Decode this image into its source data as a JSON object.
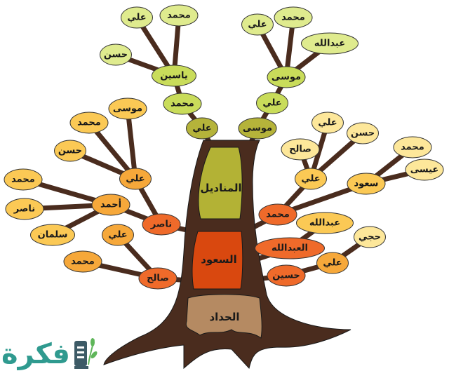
{
  "colors": {
    "trunk": "#4a2c1e",
    "root_box": "#b58a62",
    "middle_box": "#d9480f",
    "top_box": "#b3b235",
    "level_olive": "#b5b33a",
    "level_green": "#c9dc5a",
    "level_lightgreen": "#dfeb8e",
    "level_red": "#ef6a2a",
    "level_orange": "#f6a83a",
    "level_yellow": "#fbc955",
    "level_pale": "#fde79a",
    "logo": "#2f9a8f"
  },
  "trunk_labels": {
    "top": "المناديل",
    "middle": "السعود",
    "root": "الحداد"
  },
  "nodes": [
    {
      "id": "tl1",
      "label": "علي",
      "level": "level_olive"
    },
    {
      "id": "tl2",
      "label": "محمد",
      "level": "level_green"
    },
    {
      "id": "tl3",
      "label": "ياسين",
      "level": "level_green"
    },
    {
      "id": "tl4",
      "label": "علي",
      "level": "level_lightgreen"
    },
    {
      "id": "tl5",
      "label": "محمد",
      "level": "level_lightgreen"
    },
    {
      "id": "tl6",
      "label": "حسن",
      "level": "level_lightgreen"
    },
    {
      "id": "tr1",
      "label": "موسى",
      "level": "level_olive"
    },
    {
      "id": "tr2",
      "label": "علي",
      "level": "level_green"
    },
    {
      "id": "tr3",
      "label": "موسى",
      "level": "level_green"
    },
    {
      "id": "tr4",
      "label": "علي",
      "level": "level_lightgreen"
    },
    {
      "id": "tr5",
      "label": "محمد",
      "level": "level_lightgreen"
    },
    {
      "id": "tr6",
      "label": "عبدالله",
      "level": "level_lightgreen"
    },
    {
      "id": "l1",
      "label": "ناصر",
      "level": "level_red"
    },
    {
      "id": "l2",
      "label": "علي",
      "level": "level_orange"
    },
    {
      "id": "l3",
      "label": "موسى",
      "level": "level_yellow"
    },
    {
      "id": "l4",
      "label": "محمد",
      "level": "level_yellow"
    },
    {
      "id": "l5",
      "label": "حسن",
      "level": "level_yellow"
    },
    {
      "id": "l6",
      "label": "أحمد",
      "level": "level_orange"
    },
    {
      "id": "l7",
      "label": "محمد",
      "level": "level_yellow"
    },
    {
      "id": "l8",
      "label": "ناصر",
      "level": "level_yellow"
    },
    {
      "id": "l9",
      "label": "سلمان",
      "level": "level_yellow"
    },
    {
      "id": "l10",
      "label": "صالح",
      "level": "level_red"
    },
    {
      "id": "l11",
      "label": "علي",
      "level": "level_orange"
    },
    {
      "id": "l12",
      "label": "محمد",
      "level": "level_orange"
    },
    {
      "id": "r1",
      "label": "محمد",
      "level": "level_red"
    },
    {
      "id": "r2",
      "label": "علي",
      "level": "level_yellow"
    },
    {
      "id": "r3",
      "label": "علي",
      "level": "level_pale"
    },
    {
      "id": "r4",
      "label": "حسن",
      "level": "level_pale"
    },
    {
      "id": "r5",
      "label": "صالح",
      "level": "level_pale"
    },
    {
      "id": "r6",
      "label": "سعود",
      "level": "level_yellow"
    },
    {
      "id": "r7",
      "label": "محمد",
      "level": "level_pale"
    },
    {
      "id": "r8",
      "label": "عيسى",
      "level": "level_pale"
    },
    {
      "id": "r9",
      "label": "العبدالله",
      "level": "level_red"
    },
    {
      "id": "r10",
      "label": "عبدالله",
      "level": "level_yellow"
    },
    {
      "id": "r11",
      "label": "حسين",
      "level": "level_red"
    },
    {
      "id": "r12",
      "label": "علي",
      "level": "level_orange"
    },
    {
      "id": "r13",
      "label": "حجي",
      "level": "level_pale"
    }
  ],
  "logo": {
    "text": "فكرة"
  }
}
